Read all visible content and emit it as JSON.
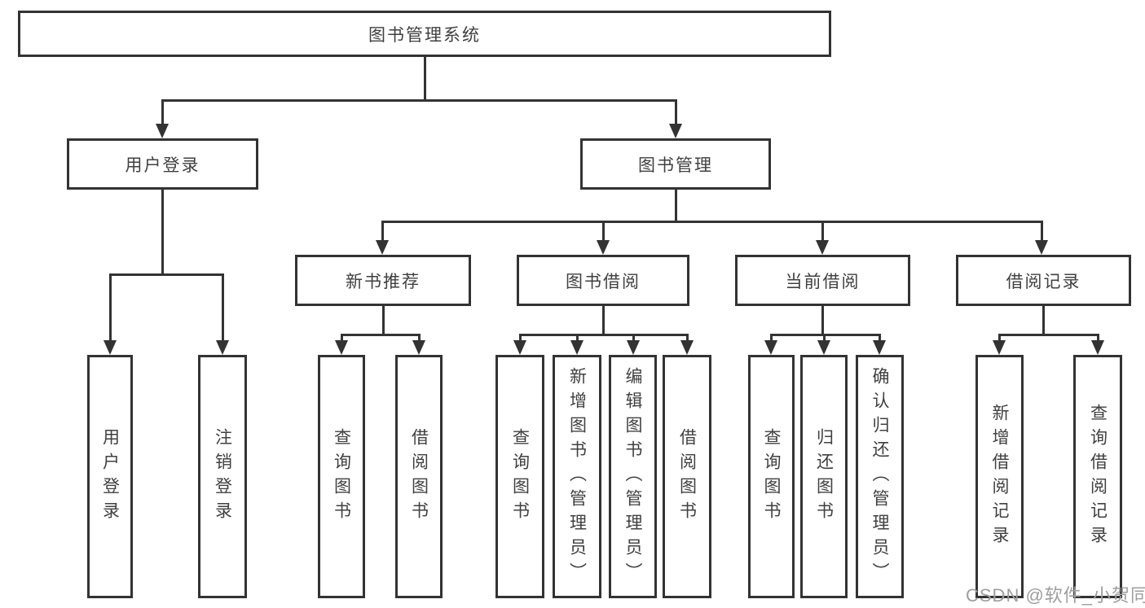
{
  "diagram": {
    "title": "图书管理系统",
    "root": "图书管理系统",
    "user_login": "用户登录",
    "book_mgmt": "图书管理",
    "leaf_user_login": "用户登录",
    "leaf_logout": "注销登录",
    "new_book_rec": "新书推荐",
    "book_borrow": "图书借阅",
    "current_borrow": "当前借阅",
    "borrow_records": "借阅记录",
    "rec_query_books": "查询图书",
    "rec_borrow_books": "借阅图书",
    "bb_query_books": "查询图书",
    "bb_add_books": "新增图书（管理员）",
    "bb_edit_books": "编辑图书（管理员）",
    "bb_borrow_books": "借阅图书",
    "cb_query_books": "查询图书",
    "cb_return_books": "归还图书",
    "cb_confirm_return": "确认归还（管理员）",
    "br_add_record": "新增借阅记录",
    "br_query_record": "查询借阅记录"
  },
  "watermark": "CSDN @软件_小贺同学",
  "colors": {
    "line": "#333333",
    "text": "#404040",
    "watermark": "#9e9e9e",
    "background": "#ffffff"
  }
}
